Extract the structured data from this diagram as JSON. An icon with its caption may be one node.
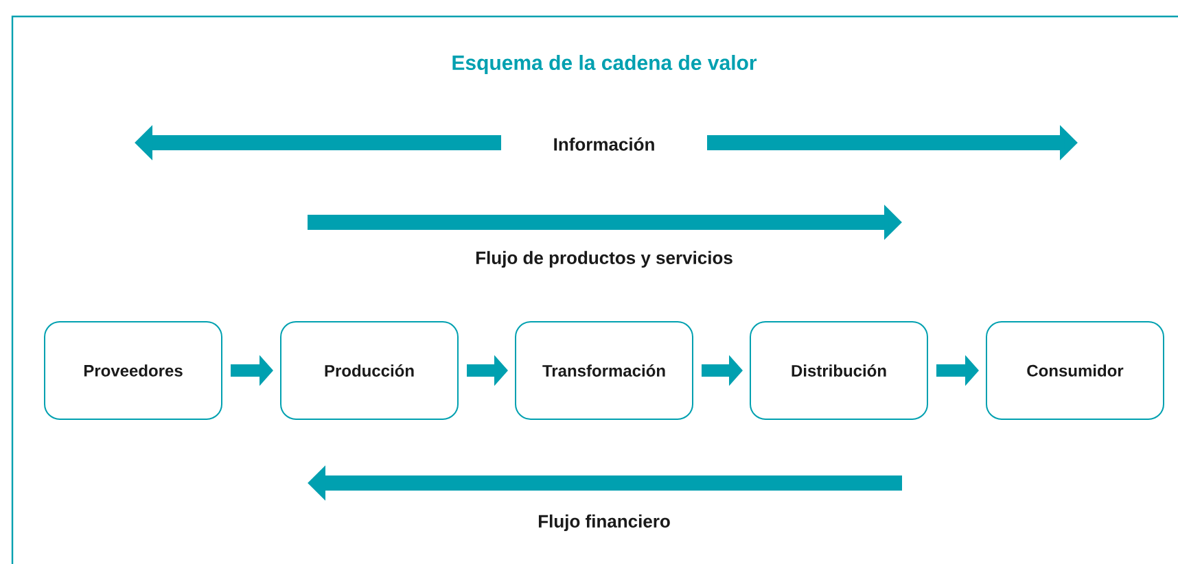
{
  "diagram": {
    "title": "Esquema de la cadena de valor",
    "nodes": [
      {
        "text": [
          "Proveedores"
        ]
      },
      {
        "text": [
          "Producción"
        ]
      },
      {
        "text": [
          "Transformación"
        ]
      },
      {
        "text": [
          "Distribución"
        ]
      },
      {
        "text": [
          "Consumidor"
        ]
      }
    ],
    "edges": [
      {
        "from": 0,
        "to": 1,
        "arrow": "to"
      },
      {
        "from": 1,
        "to": 2,
        "arrow": "to"
      },
      {
        "from": 2,
        "to": 3,
        "arrow": "to"
      },
      {
        "from": 3,
        "to": 4,
        "arrow": "to"
      }
    ],
    "labels": [
      "Información",
      "Flujo de productos y servicios",
      "Flujo financiero"
    ]
  }
}
